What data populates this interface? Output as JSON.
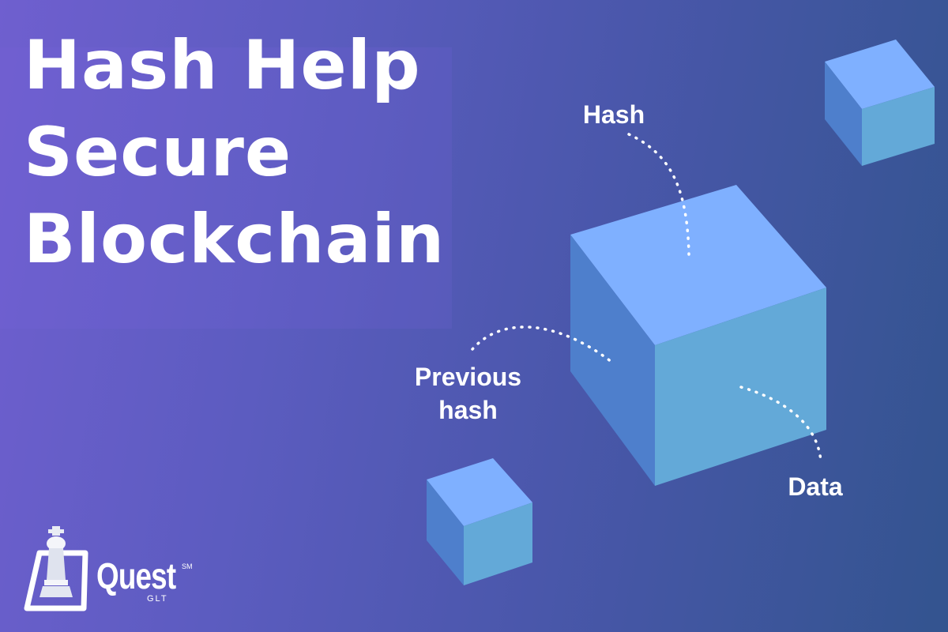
{
  "title_lines": [
    "Hash Help",
    "Secure",
    "Blockchain"
  ],
  "labels": {
    "hash": "Hash",
    "previous_hash": [
      "Previous",
      "hash"
    ],
    "data": "Data"
  },
  "logo": {
    "word": "Quest",
    "mark": "SM",
    "sub": "GLT"
  },
  "colors": {
    "cube_top": "#7fb0ff",
    "cube_left": "#4e7fcc",
    "cube_right": "#63a9d8",
    "text": "#ffffff"
  }
}
